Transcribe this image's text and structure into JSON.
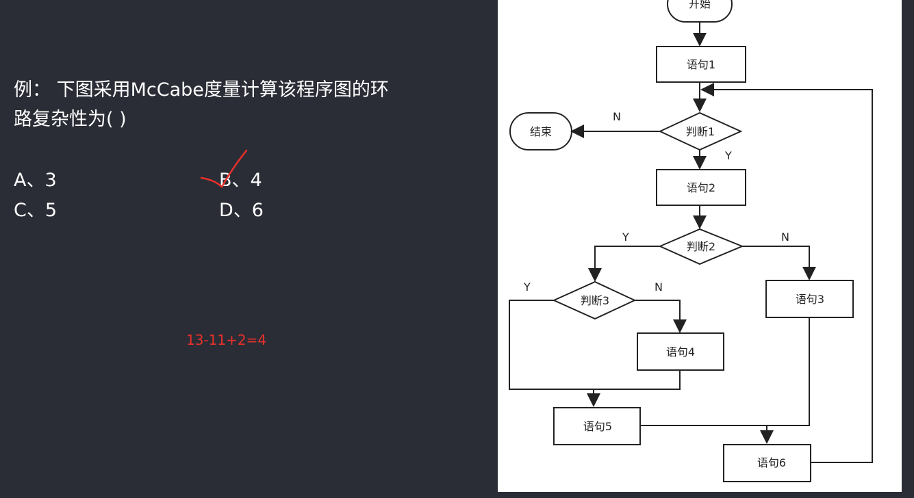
{
  "question": {
    "line1": "例： 下图采用McCabe度量计算该程序图的环",
    "line2": "路复杂性为(   )"
  },
  "options": {
    "a": "A、3",
    "b": "B、4",
    "c": "C、5",
    "d": "D、6"
  },
  "annotation": {
    "formula": "13-11+2=4",
    "checkmark_color": "#e8302a"
  },
  "flowchart": {
    "start": "开始",
    "end": "结束",
    "stmt1": "语句1",
    "stmt2": "语句2",
    "stmt3": "语句3",
    "stmt4": "语句4",
    "stmt5": "语句5",
    "stmt6": "语句6",
    "judge1": "判断1",
    "judge2": "判断2",
    "judge3": "判断3",
    "label_n1": "N",
    "label_y1": "Y",
    "label_y2": "Y",
    "label_n2": "N",
    "label_y3": "Y",
    "label_n3": "N"
  }
}
